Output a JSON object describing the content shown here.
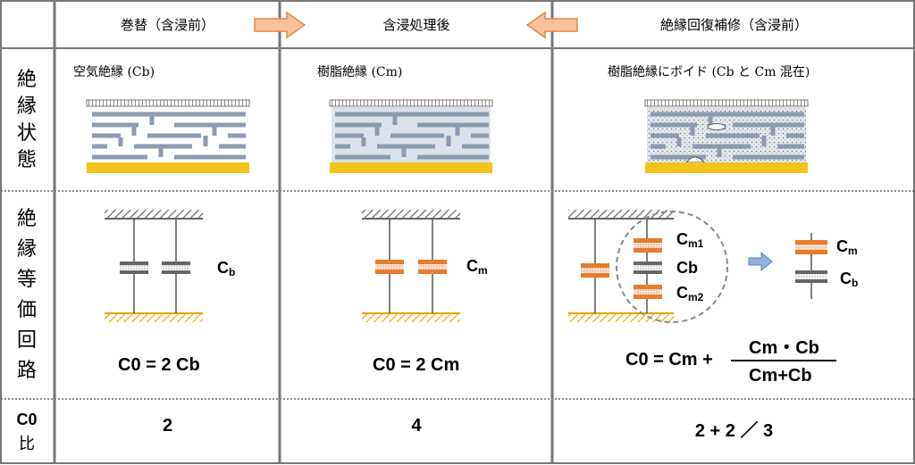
{
  "header": {
    "col1": "巻替（含浸前）",
    "col2": "含浸処理後",
    "col3": "絶縁回復補修（含浸前）"
  },
  "rows": {
    "insulation_state": [
      "絶",
      "縁",
      "状",
      "態"
    ],
    "equivalent_circuit": [
      "絶",
      "縁",
      "等",
      "価",
      "回",
      "路"
    ],
    "ratio_label": [
      "C0",
      "比"
    ]
  },
  "state": {
    "col1": "空気絶縁 (Cb)",
    "col2": "樹脂絶縁 (Cm)",
    "col3": "樹脂絶縁にボイド (Cb と Cm 混在)"
  },
  "circuit": {
    "col1_label_main": "C",
    "col1_label_sub": "b",
    "col2_label_main": "C",
    "col2_label_sub": "m",
    "col3_cm1_main": "C",
    "col3_cm1_sub": "m1",
    "col3_cb": "Cb",
    "col3_cm2_main": "C",
    "col3_cm2_sub": "m2",
    "col3_right_cm_main": "C",
    "col3_right_cm_sub": "m",
    "col3_right_cb_main": "C",
    "col3_right_cb_sub": "b"
  },
  "formula": {
    "col1": "C0 = 2 Cb",
    "col2": "C0 = 2 Cm",
    "col3_lhs": "C0 = Cm +",
    "col3_num": "Cm・Cb",
    "col3_den": "Cm+Cb"
  },
  "ratio": {
    "col1": "2",
    "col2": "4",
    "col3": "2 + 2 ／ 3"
  },
  "colors": {
    "orange": "#e87b2c",
    "gray_layer": "#8c9bb0",
    "yellow": "#f5c21b",
    "arrow_fill": "#f7c29a",
    "arrow_stroke": "#e0874a",
    "blue_arrow": "#8fb0e0"
  }
}
